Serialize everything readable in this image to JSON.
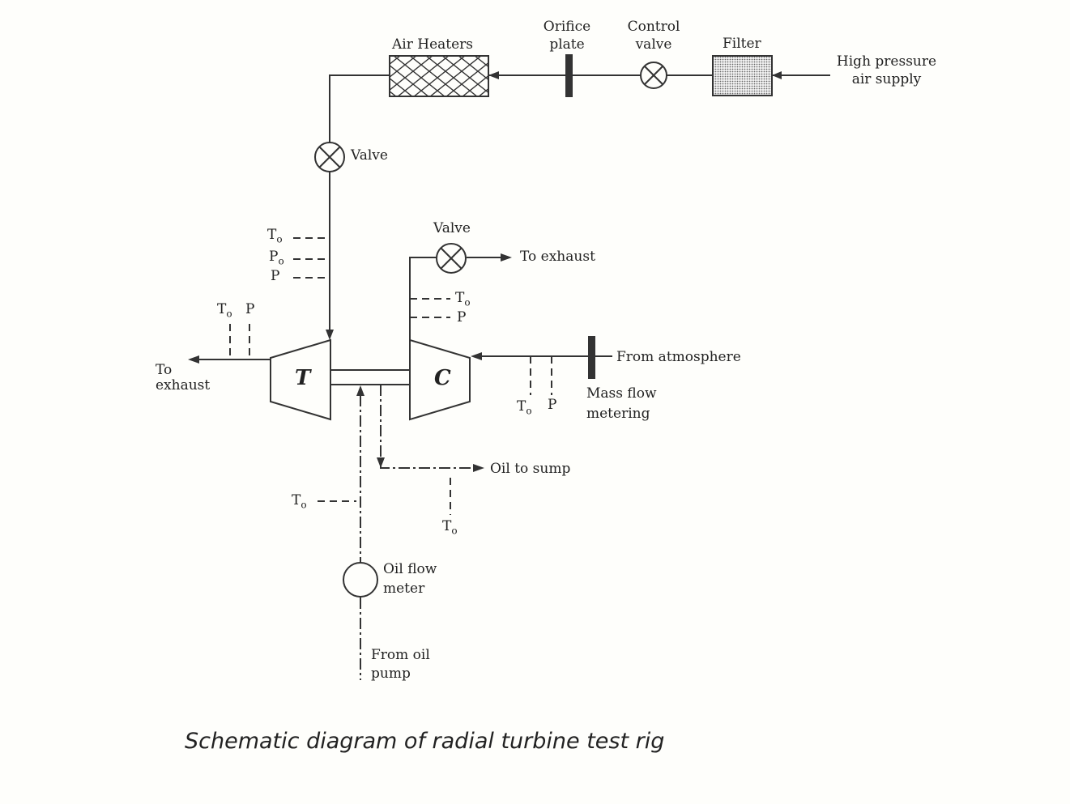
{
  "caption": "Schematic diagram of radial turbine test rig",
  "labels": {
    "air_heaters": "Air Heaters",
    "orifice_plate": "Orifice\nplate",
    "control_valve": "Control\nvalve",
    "filter": "Filter",
    "high_pressure": "High pressure\nair supply",
    "valve_inlet": "Valve",
    "valve_outlet": "Valve",
    "to_exhaust_compressor": "To exhaust",
    "to_exhaust_turbine": "To\nexhaust",
    "from_atmosphere": "From atmosphere",
    "mass_flow": "Mass flow\nmetering",
    "oil_to_sump": "Oil to sump",
    "oil_flow_meter": "Oil flow\nmeter",
    "from_oil_pump": "From oil\npump"
  },
  "components": {
    "turbine": "T",
    "compressor": "C"
  },
  "measurements": {
    "T0": "T",
    "sub0": "o",
    "P0": "P",
    "P": "P"
  }
}
